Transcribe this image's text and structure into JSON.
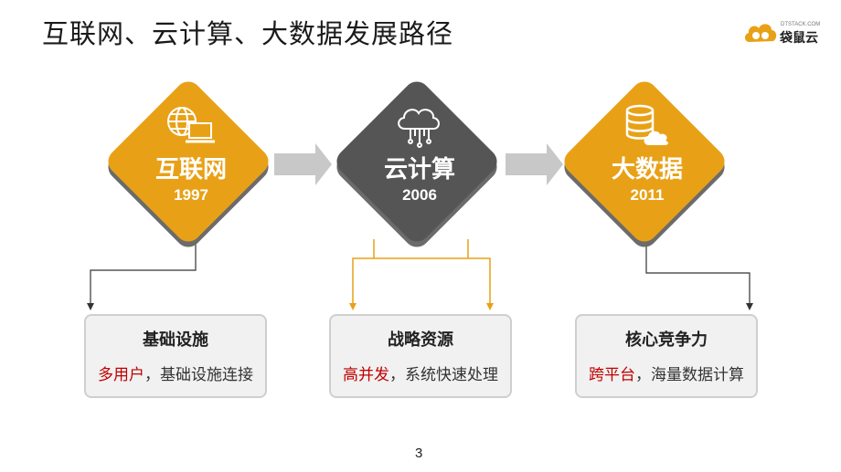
{
  "title": "互联网、云计算、大数据发展路径",
  "logo": {
    "small_text": "DTSTACK.COM",
    "name": "袋鼠云"
  },
  "stages": [
    {
      "label": "互联网",
      "year": "1997",
      "icon": "globe-computer-icon",
      "color": "#e8a117"
    },
    {
      "label": "云计算",
      "year": "2006",
      "icon": "cloud-network-icon",
      "color": "#555555"
    },
    {
      "label": "大数据",
      "year": "2011",
      "icon": "database-cloud-icon",
      "color": "#e8a117"
    }
  ],
  "boxes": [
    {
      "title": "基础设施",
      "highlight": "多用户",
      "rest": "，基础设施连接"
    },
    {
      "title": "战略资源",
      "highlight": "高并发",
      "rest": "，系统快速处理"
    },
    {
      "title": "核心竞争力",
      "highlight": "跨平台",
      "rest": "，海量数据计算"
    }
  ],
  "page_number": "3",
  "colors": {
    "accent": "#e8a117",
    "highlight": "#c00000",
    "arrow": "#c8c8c8"
  }
}
